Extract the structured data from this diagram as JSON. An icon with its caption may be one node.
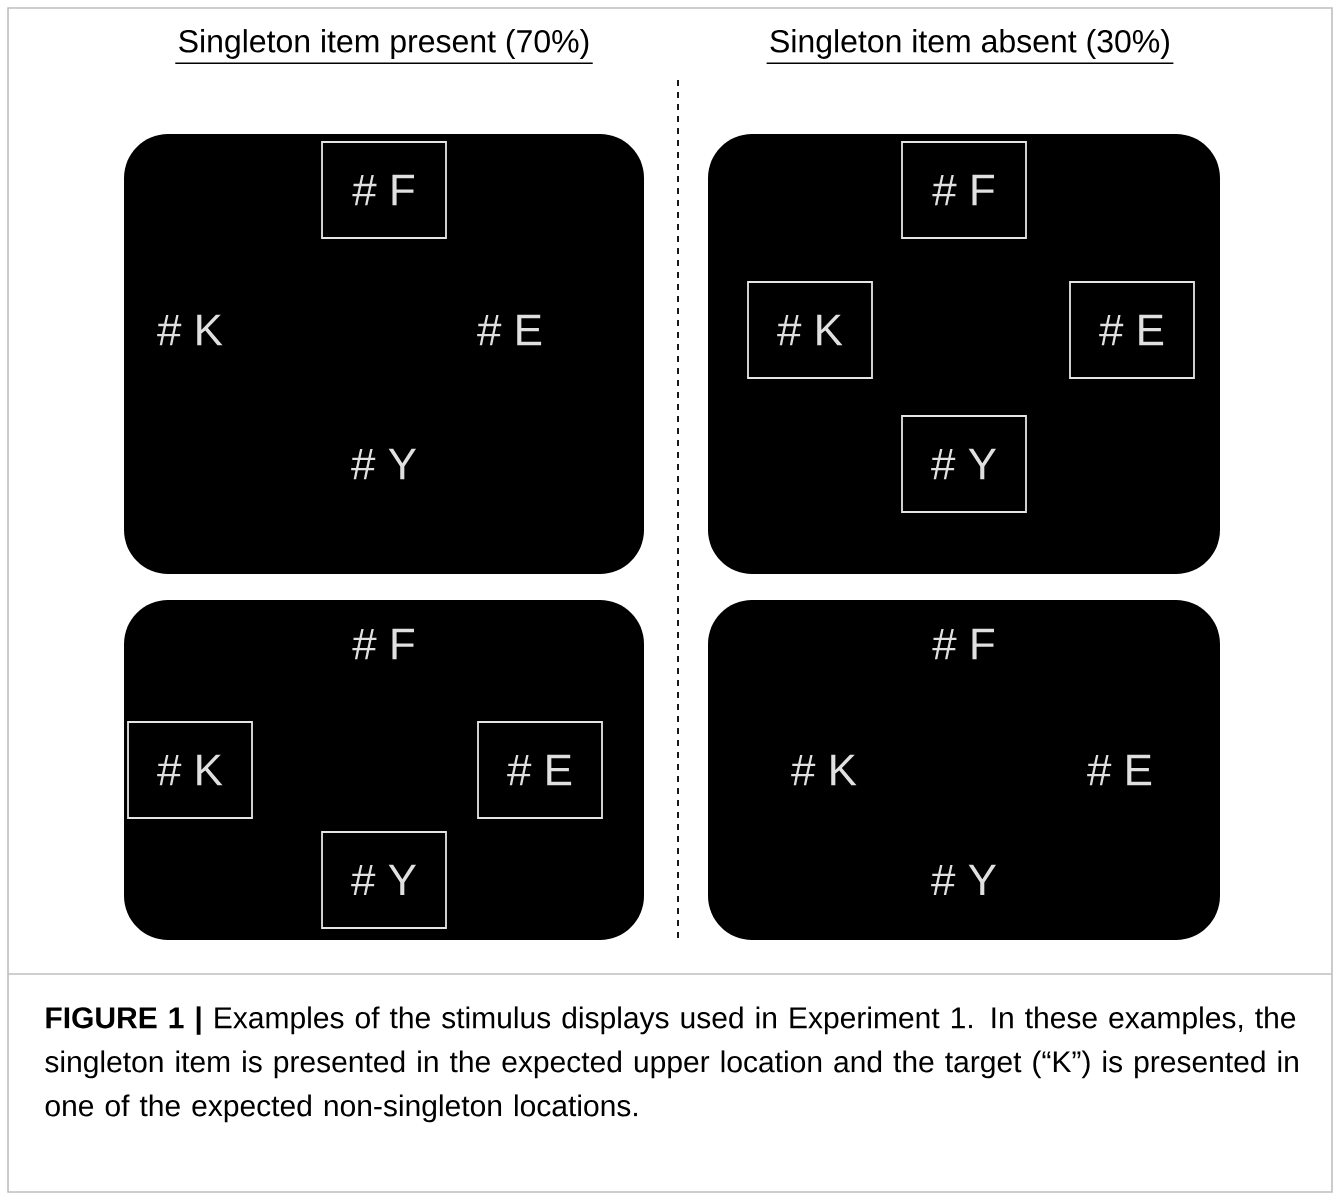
{
  "diagram": {
    "caption": "**FIGURE 1 |** Examples of the stimulus displays used in Experiment 1. In these examples, the singleton item is presented in the expected upper location and the target (“K”) is presented in one of the expected non-singleton locations.",
    "nodes": [
      {
        "text": [
          "# K",
          "# E",
          "# Y"
        ]
      },
      {
        "text": [
          "# F"
        ],
        "in": 0
      },
      {
        "text": [],
        "shape": "box"
      },
      {
        "text": [
          "# F"
        ],
        "in": 2
      },
      {
        "text": [
          "# K"
        ],
        "in": 2
      },
      {
        "text": [
          "# E"
        ],
        "in": 2
      },
      {
        "text": [
          "# Y"
        ],
        "in": 2
      },
      {
        "text": [
          "# F"
        ]
      },
      {
        "text": [
          "# K"
        ],
        "in": 7
      },
      {
        "text": [
          "# E"
        ],
        "in": 7
      },
      {
        "text": [
          "# Y"
        ],
        "in": 7
      },
      {
        "text": [
          "# F",
          "# K",
          "# E",
          "# Y"
        ]
      }
    ],
    "labels": [
      "Singleton item present (70%)",
      "Singleton item absent (30%)"
    ]
  }
}
